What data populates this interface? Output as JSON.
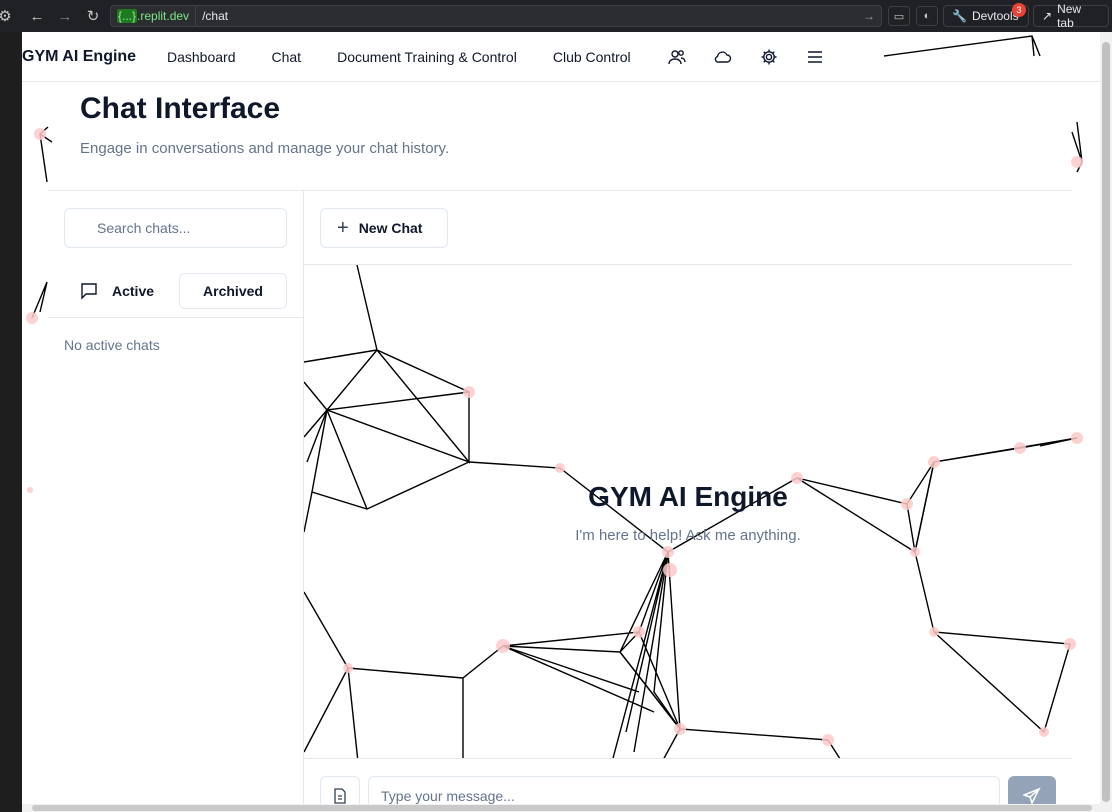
{
  "browser": {
    "url_domain_highlight": "{...}",
    "url_domain_rest": ".replit.dev",
    "url_path": "/chat",
    "devtools_label": "Devtools",
    "devtools_badge": "3",
    "new_tab_label": "New tab"
  },
  "nav": {
    "brand": "GYM AI Engine",
    "links": [
      "Dashboard",
      "Chat",
      "Document Training & Control",
      "Club Control"
    ],
    "icons": [
      "users-icon",
      "cloud-icon",
      "gear-icon",
      "menu-icon"
    ]
  },
  "header": {
    "title": "Chat Interface",
    "subtitle": "Engage in conversations and manage your chat history."
  },
  "sidebar": {
    "search_placeholder": "Search chats...",
    "tab_active": "Active",
    "tab_archived": "Archived",
    "empty_text": "No active chats"
  },
  "main": {
    "new_chat_label": "New Chat",
    "welcome_title": "GYM AI Engine",
    "welcome_subtitle": "I'm here to help! Ask me anything.",
    "message_placeholder": "Type your message..."
  },
  "colors": {
    "text_primary": "#0f172a",
    "text_muted": "#64748b",
    "border": "#e5e7eb",
    "send_button": "#94a3b8",
    "node_dot": "#fecaca"
  }
}
